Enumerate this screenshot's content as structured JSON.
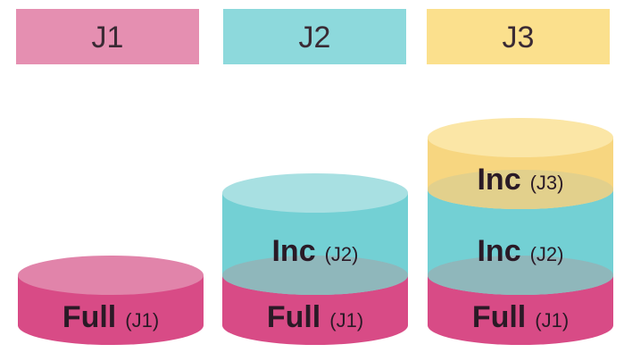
{
  "colors": {
    "j1_header": "#e58fb1",
    "j2_header": "#8dd9dc",
    "j3_header": "#fbe08d",
    "full_side": "#d84b86",
    "full_top": "#e184aa",
    "inc_j2_side": "#73d0d4",
    "inc_j2_top": "#a8e0e2",
    "inc_j3_side": "#f7d680",
    "inc_j3_top": "#fbe6a6",
    "overlap_j2": "#8fb7bb",
    "overlap_j3": "#e2d08c",
    "text": "#2a1a26"
  },
  "headers": [
    {
      "label": "J1"
    },
    {
      "label": "J2"
    },
    {
      "label": "J3"
    }
  ],
  "stacks": [
    {
      "layers": [
        {
          "main": "Full",
          "sub": "(J1)",
          "kind": "full"
        }
      ]
    },
    {
      "layers": [
        {
          "main": "Full",
          "sub": "(J1)",
          "kind": "full"
        },
        {
          "main": "Inc",
          "sub": "(J2)",
          "kind": "inc_j2"
        }
      ]
    },
    {
      "layers": [
        {
          "main": "Full",
          "sub": "(J1)",
          "kind": "full"
        },
        {
          "main": "Inc",
          "sub": "(J2)",
          "kind": "inc_j2"
        },
        {
          "main": "Inc",
          "sub": "(J3)",
          "kind": "inc_j3"
        }
      ]
    }
  ]
}
